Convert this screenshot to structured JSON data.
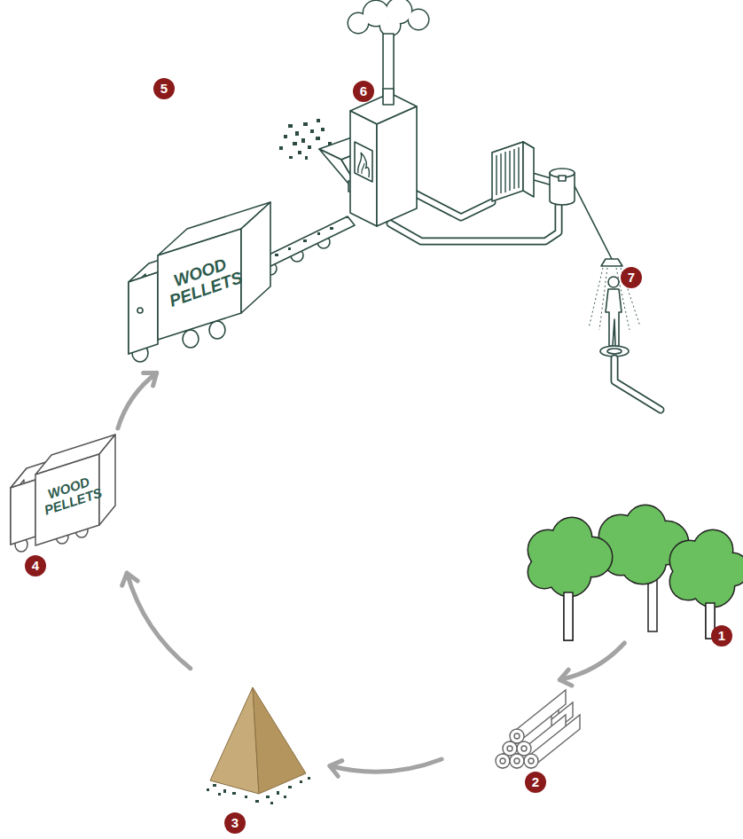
{
  "diagram": {
    "nodes": [
      {
        "text": [
          "1"
        ]
      },
      {
        "text": [
          "2"
        ]
      },
      {
        "text": [
          "3"
        ]
      },
      {
        "text": [
          "4",
          "WOOD PELLETS"
        ]
      },
      {
        "text": [
          "5",
          "WOOD PELLETS"
        ]
      },
      {
        "text": [
          "6"
        ]
      },
      {
        "text": [
          "7"
        ]
      }
    ],
    "edges": [
      {
        "from": 0,
        "to": 1,
        "arrow": "to"
      },
      {
        "from": 1,
        "to": 2,
        "arrow": "to"
      },
      {
        "from": 2,
        "to": 3,
        "arrow": "to"
      },
      {
        "from": 3,
        "to": 4,
        "arrow": "to"
      }
    ]
  }
}
